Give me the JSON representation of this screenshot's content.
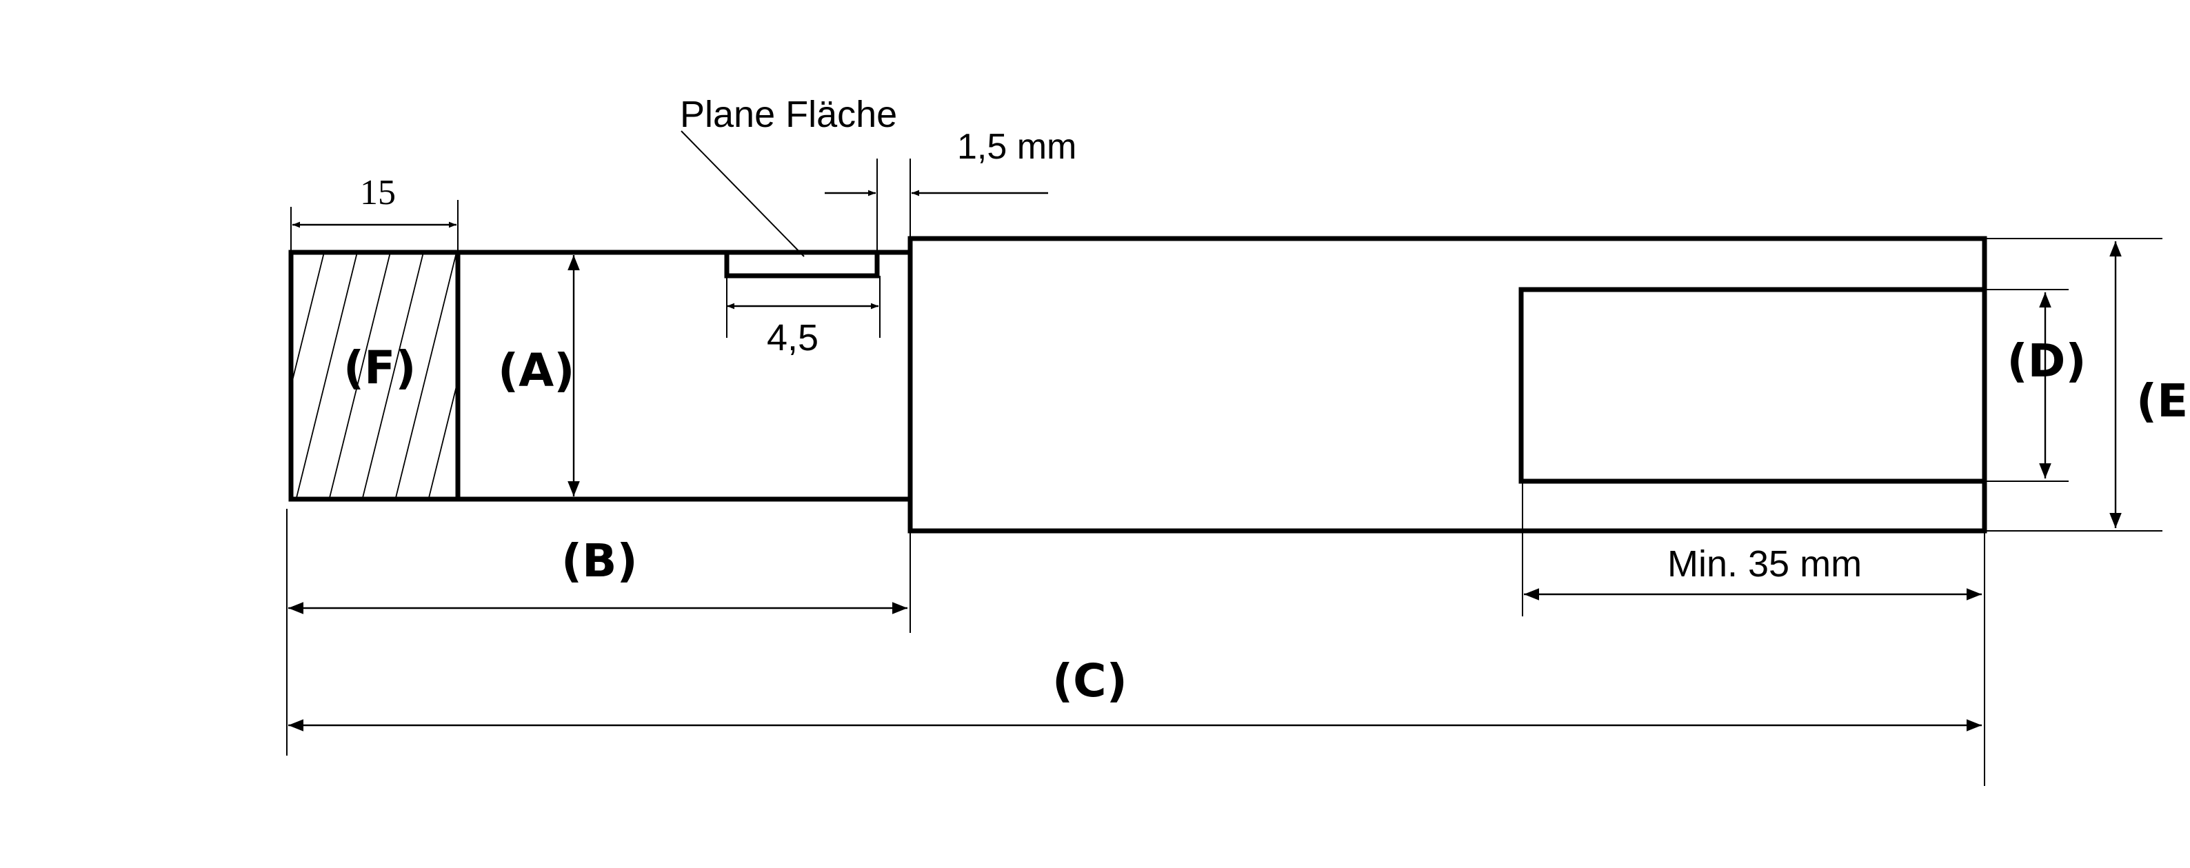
{
  "drawing": {
    "labels": {
      "A": "(A)",
      "B": "(B)",
      "C": "(C)",
      "D": "(D)",
      "E": "(E)",
      "F": "(F)"
    },
    "annotations": {
      "flat_surface": "Plane Fläche",
      "gap": "1,5 mm",
      "slot_length": "4,5",
      "hatched_length": "15",
      "bore_depth": "Min. 35 mm"
    }
  }
}
